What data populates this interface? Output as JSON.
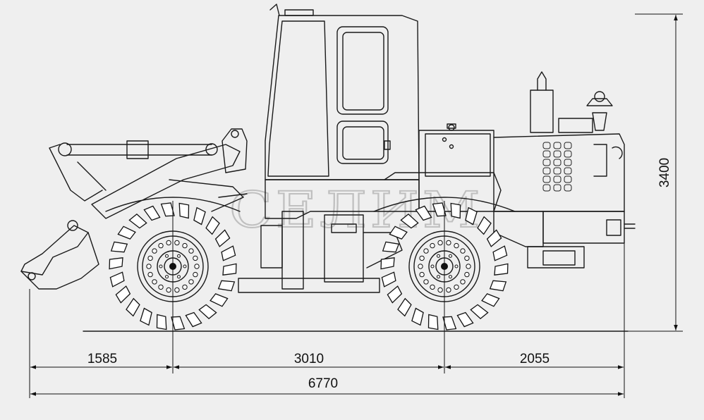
{
  "dimensions": {
    "front_overhang": "1585",
    "wheelbase": "3010",
    "rear_overhang": "2055",
    "overall_length": "6770",
    "overall_height": "3400"
  },
  "watermark": "CEЛИМ",
  "colors": {
    "background": "#efefef",
    "line": "#1a1a1a",
    "watermark": "#9a9a9a"
  }
}
